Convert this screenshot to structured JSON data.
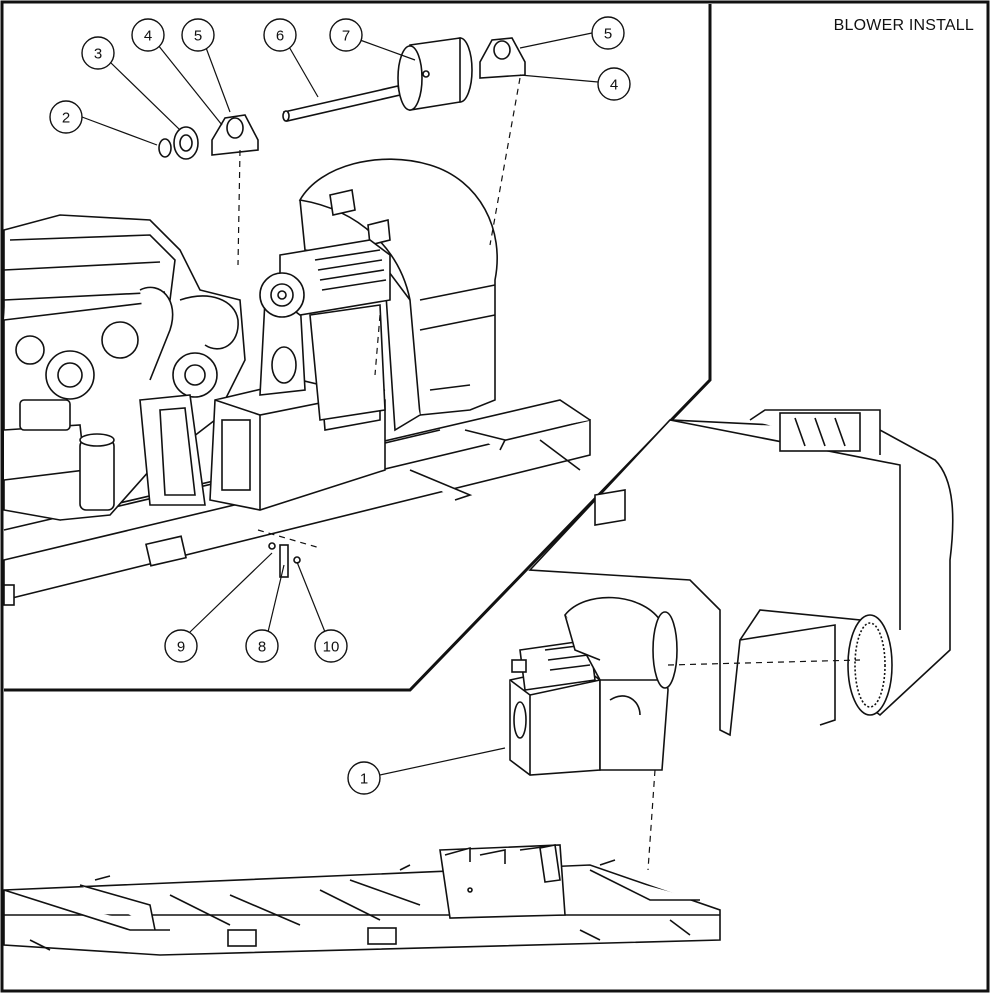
{
  "title": "BLOWER INSTALL",
  "callouts": [
    {
      "id": "c1",
      "label": "1"
    },
    {
      "id": "c2",
      "label": "2"
    },
    {
      "id": "c3",
      "label": "3"
    },
    {
      "id": "c4a",
      "label": "4"
    },
    {
      "id": "c5a",
      "label": "5"
    },
    {
      "id": "c6",
      "label": "6"
    },
    {
      "id": "c7",
      "label": "7"
    },
    {
      "id": "c5b",
      "label": "5"
    },
    {
      "id": "c4b",
      "label": "4"
    },
    {
      "id": "c9",
      "label": "9"
    },
    {
      "id": "c8",
      "label": "8"
    },
    {
      "id": "c10",
      "label": "10"
    }
  ],
  "colors": {
    "ink": "#111111",
    "paper": "#ffffff",
    "shade": "#d9d9d9"
  }
}
